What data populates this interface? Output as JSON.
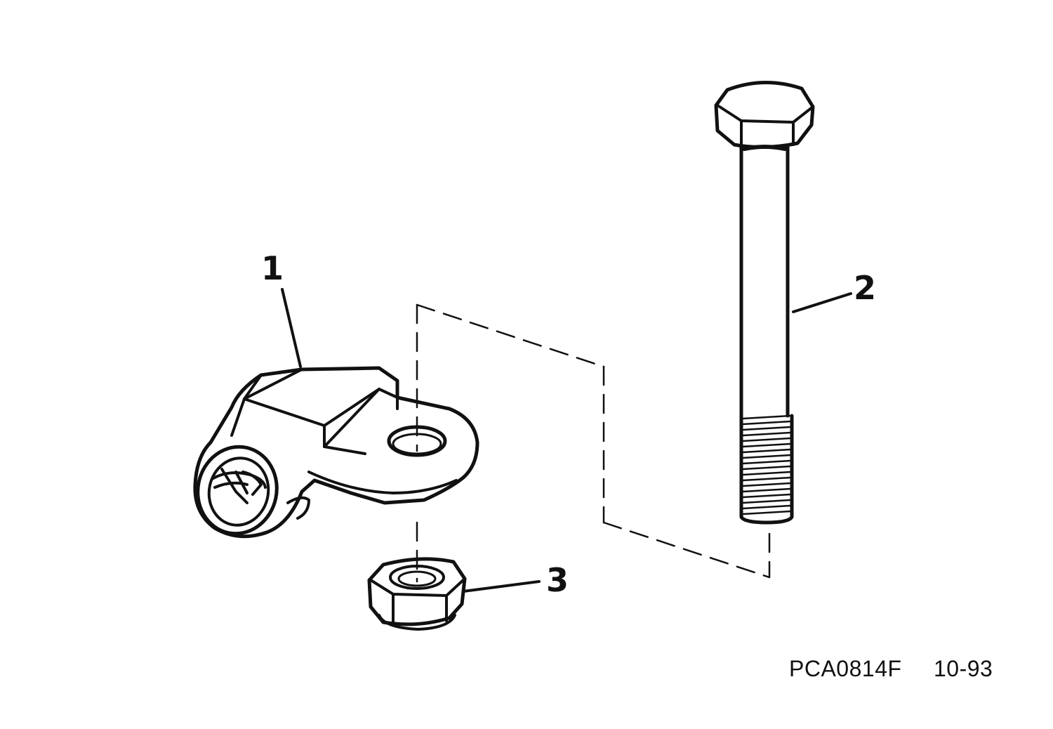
{
  "callouts": [
    {
      "id": "1",
      "part": "bracket"
    },
    {
      "id": "2",
      "part": "bolt"
    },
    {
      "id": "3",
      "part": "lock nut"
    }
  ],
  "caption": {
    "code": "PCA0814F",
    "date": "10-93"
  },
  "colors": {
    "ink": "#111111",
    "paper": "#ffffff"
  }
}
